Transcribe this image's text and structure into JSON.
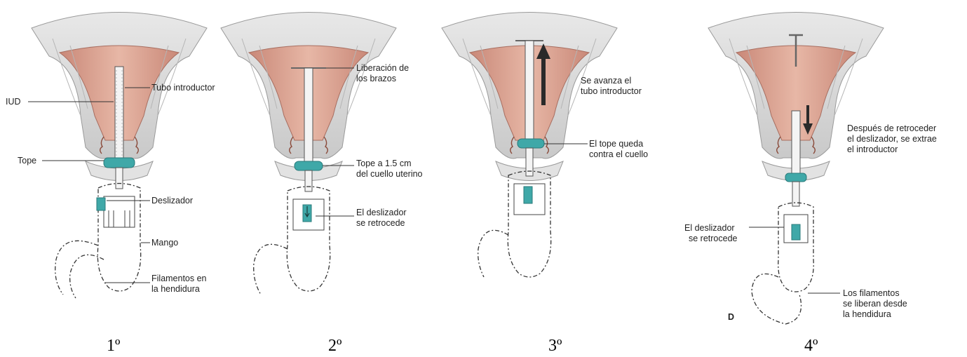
{
  "panels": [
    {
      "step_label": "1º",
      "labels": [
        "IUD",
        "Tubo introductor",
        "Tope",
        "Deslizador",
        "Mango",
        "Filamentos en",
        "la hendidura"
      ]
    },
    {
      "step_label": "2º",
      "labels": [
        "Liberación de",
        "los brazos",
        "Tope a 1.5 cm",
        "del cuello uterino",
        "El deslizador",
        "se retrocede"
      ]
    },
    {
      "step_label": "3º",
      "labels": [
        "Se avanza el",
        "tubo introductor",
        "El tope queda",
        "contra el cuello"
      ]
    },
    {
      "step_label": "4º",
      "panel_letter": "D",
      "labels": [
        "Después de retroceder",
        "el deslizador, se extrae",
        "el introductor",
        "El deslizador",
        "se retrocede",
        "Los filamentos",
        "se liberan desde",
        "la hendidura"
      ]
    }
  ],
  "colors": {
    "uterus_outer": "#d3d3d3",
    "uterus_lining": "#d9a08f",
    "stopper": "#3fa8a8",
    "slider": "#3fa8a8",
    "arrow": "#2a2a2a"
  }
}
